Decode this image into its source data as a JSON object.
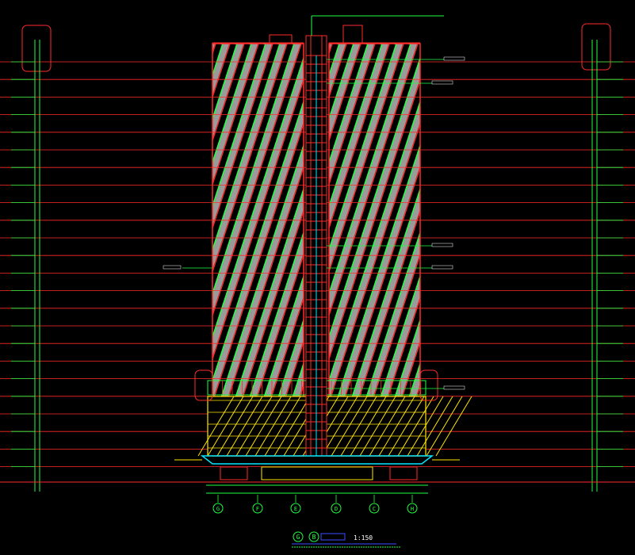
{
  "drawing": {
    "scale": "1:150",
    "title_marks": [
      "G",
      "B"
    ]
  },
  "grid_axes": [
    "G",
    "F",
    "E",
    "D",
    "C",
    "H"
  ],
  "colors": {
    "background": "#000000",
    "red": "#ff2a2a",
    "green": "#22ff44",
    "yellow": "#ffe600",
    "cyan": "#00e5ff",
    "blue": "#3a4dff",
    "panel": "#9a9a9a",
    "white": "#ffffff"
  }
}
